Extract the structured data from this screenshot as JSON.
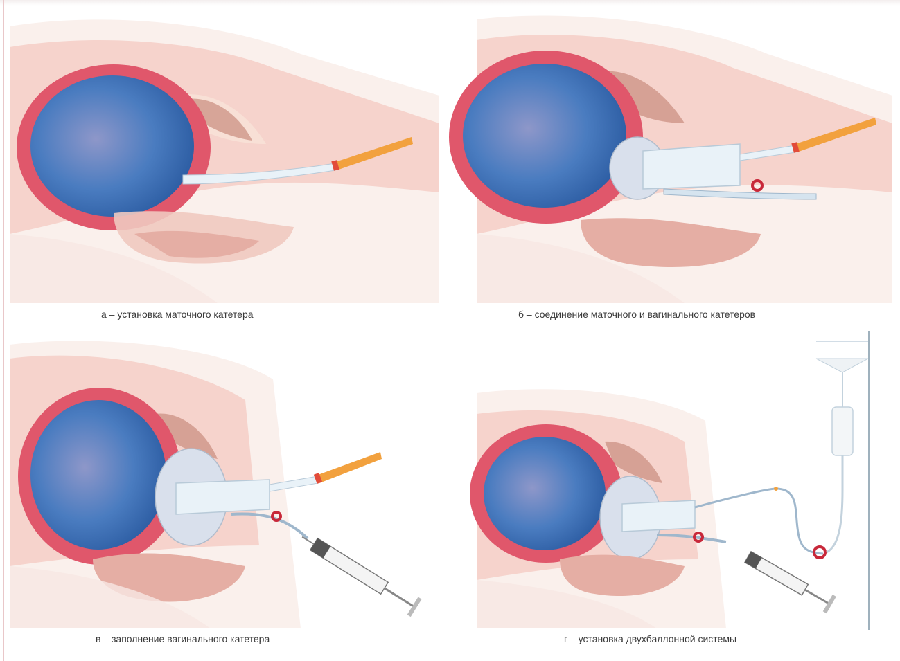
{
  "figure": {
    "panels": [
      {
        "id": "a",
        "caption": "а – установка маточного катетера"
      },
      {
        "id": "b",
        "caption": "б – соединение маточного и вагинального катетеров"
      },
      {
        "id": "c",
        "caption": "в – заполнение вагинального катетера"
      },
      {
        "id": "d",
        "caption": "г – установка двухбаллонной  системы"
      }
    ]
  },
  "colors": {
    "uterine_wall": "#e0576b",
    "tissue_pink": "#f6d3cc",
    "fluid_balloon": "#3c6fb1",
    "catheter_tube": "#e9f2f8",
    "catheter_tip": "#f2a13e",
    "vaginal_balloon": "#d9e0ec",
    "clamp": "#c8283a"
  }
}
